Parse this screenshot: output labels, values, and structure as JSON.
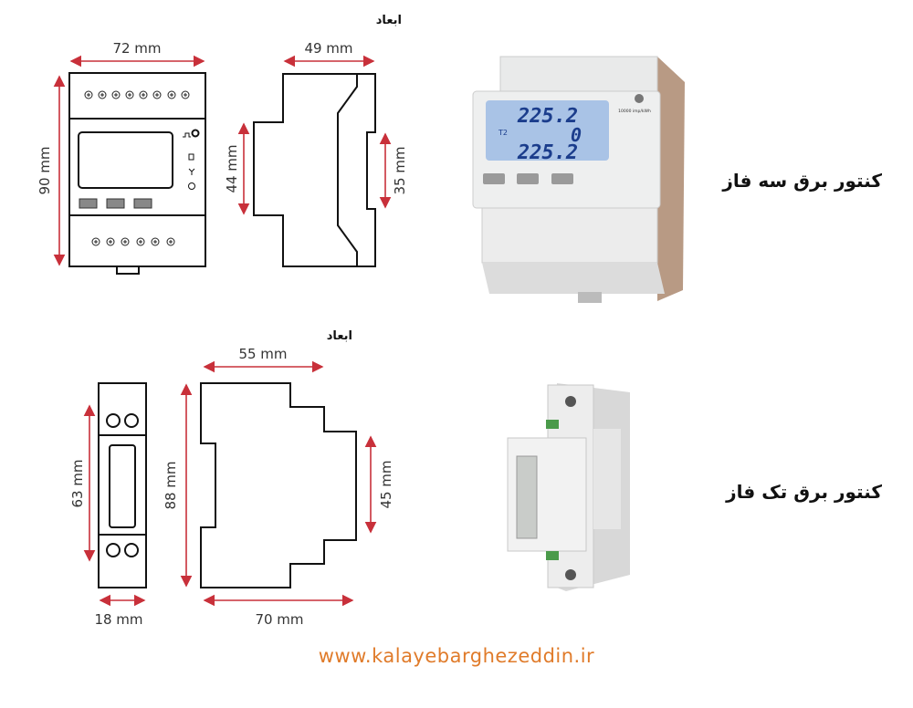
{
  "three_phase": {
    "title": "کنتور برق سه فاز",
    "dimensions_label": "ابعاد",
    "width": "72 mm",
    "height": "90 mm",
    "depth": "49 mm",
    "step_height": "44 mm",
    "rail_height": "35 mm",
    "display": {
      "line1": "225.2",
      "line2": "0",
      "line3": "225.2",
      "pulse_label": "10000 imp/kWh",
      "tariff": "T2"
    }
  },
  "single_phase": {
    "title": "کنتور برق تک فاز",
    "dimensions_label": "ابعاد",
    "width": "18 mm",
    "height": "88 mm",
    "front_height": "63 mm",
    "top_depth": "55 mm",
    "depth": "70 mm",
    "step_height": "45 mm"
  },
  "footer": {
    "url": "www.kalayebarghezeddin.ir"
  },
  "colors": {
    "dimension_arrow": "#c8303a",
    "url": "#e07b2a"
  }
}
